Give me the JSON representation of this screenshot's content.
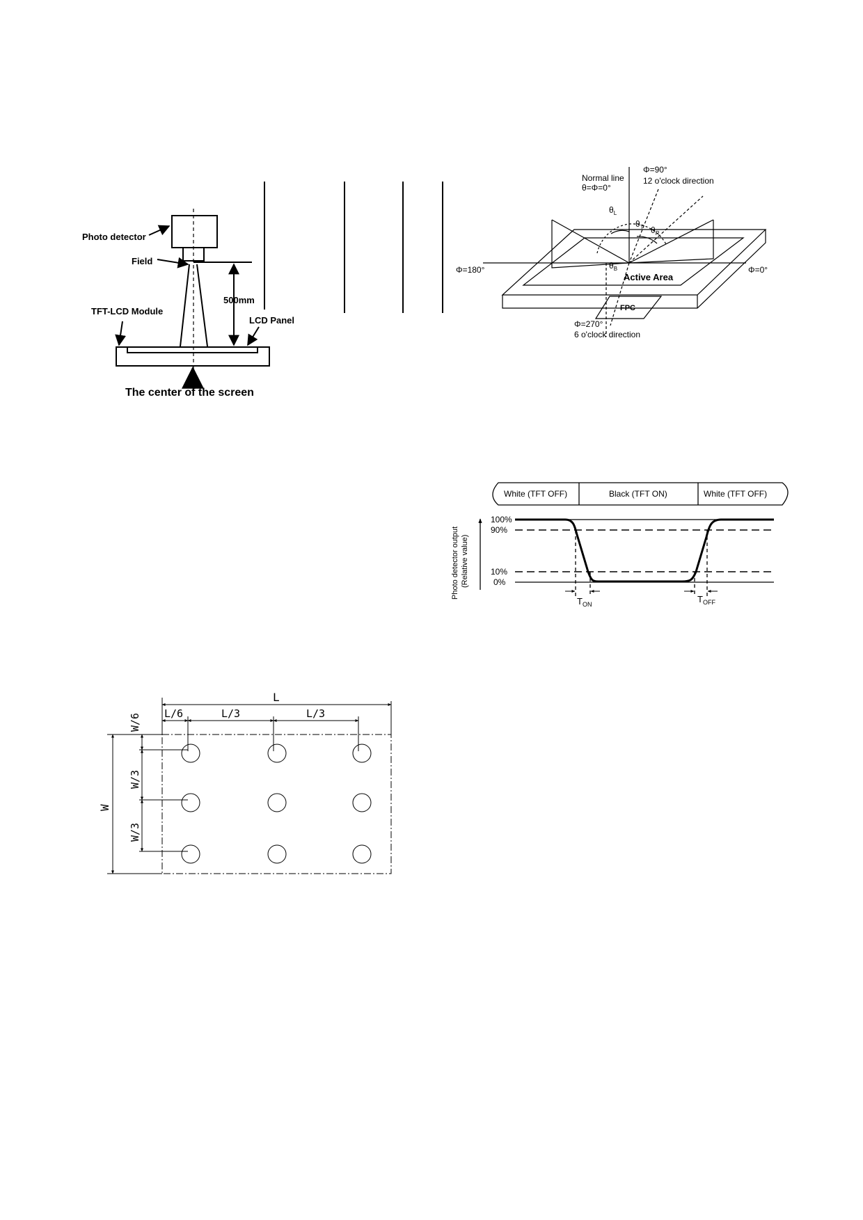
{
  "fig1": {
    "photo_detector": "Photo detector",
    "field": "Field",
    "distance": "500mm",
    "tft_lcd_module": "TFT-LCD Module",
    "lcd_panel": "LCD Panel",
    "center_of_screen": "The center of the screen"
  },
  "fig2": {
    "phi90": "Φ=90°",
    "dir12": "12 o'clock direction",
    "normal_line": "Normal line",
    "theta_phi0": "θ=Φ=0°",
    "theta_l": "θ",
    "theta_l_sub": "L",
    "theta_t": "θ",
    "theta_t_sub": "T",
    "theta_r": "θ",
    "theta_r_sub": "R",
    "theta_b": "θ",
    "theta_b_sub": "B",
    "phi180": "Φ=180°",
    "phi0": "Φ=0°",
    "active_area": "Active Area",
    "fpc": "FPC",
    "phi270": "Φ=270°",
    "dir6": "6 o'clock direction"
  },
  "fig3": {
    "white_left": "White (TFT OFF)",
    "black_mid": "Black (TFT ON)",
    "white_right": "White (TFT OFF)",
    "y_axis_line1": "Photo detector output",
    "y_axis_line2": "(Relative value)",
    "p100": "100%",
    "p90": "90%",
    "p10": "10%",
    "p0": "0%",
    "t_on": "T",
    "t_on_sub": "ON",
    "t_off": "T",
    "t_off_sub": "OFF"
  },
  "fig4": {
    "L": "L",
    "L6": "L/6",
    "L3a": "L/3",
    "L3b": "L/3",
    "W": "W",
    "W6": "W/6",
    "W3a": "W/3",
    "W3b": "W/3"
  }
}
